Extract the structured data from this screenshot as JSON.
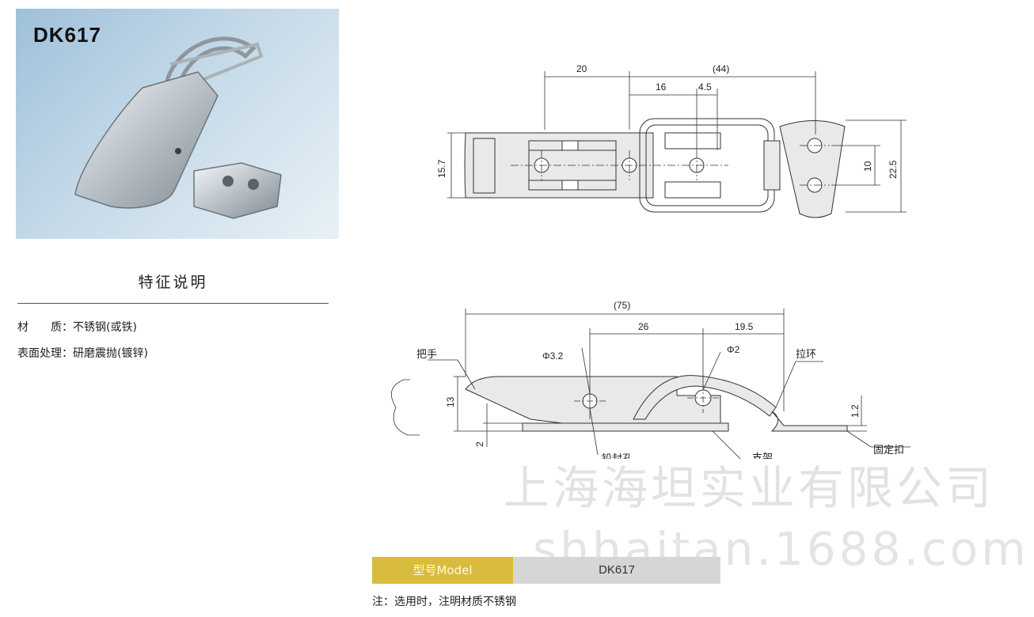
{
  "photo": {
    "title": "DK617"
  },
  "features": {
    "heading": "特征说明",
    "material_label": "材　　质：",
    "material_value": "不锈钢(或铁)",
    "finish_label": "表面处理：",
    "finish_value": "研磨震抛(镀锌)"
  },
  "top_view": {
    "dims": [
      "20",
      "(44)",
      "16",
      "4.5",
      "15.7",
      "10",
      "22.5"
    ]
  },
  "side_view": {
    "dims": [
      "(75)",
      "26",
      "19.5",
      "13",
      "2",
      "1.2",
      "Φ3.2",
      "Φ2"
    ],
    "parts": [
      "把手",
      "拉环",
      "铅封孔",
      "支架",
      "固定扣"
    ]
  },
  "watermark": {
    "company": "上海海坦实业有限公司",
    "site": "shhaitan.1688.com"
  },
  "model": {
    "label": "型号Model",
    "value": "DK617"
  },
  "note": "注：选用时，注明材质不锈钢",
  "colors": {
    "photo_bg": "#b5cfe2",
    "model_label_bg": "#d9bc3e",
    "model_value_bg": "#d6d6d6",
    "drawing_fill": "#e9e9e9"
  }
}
